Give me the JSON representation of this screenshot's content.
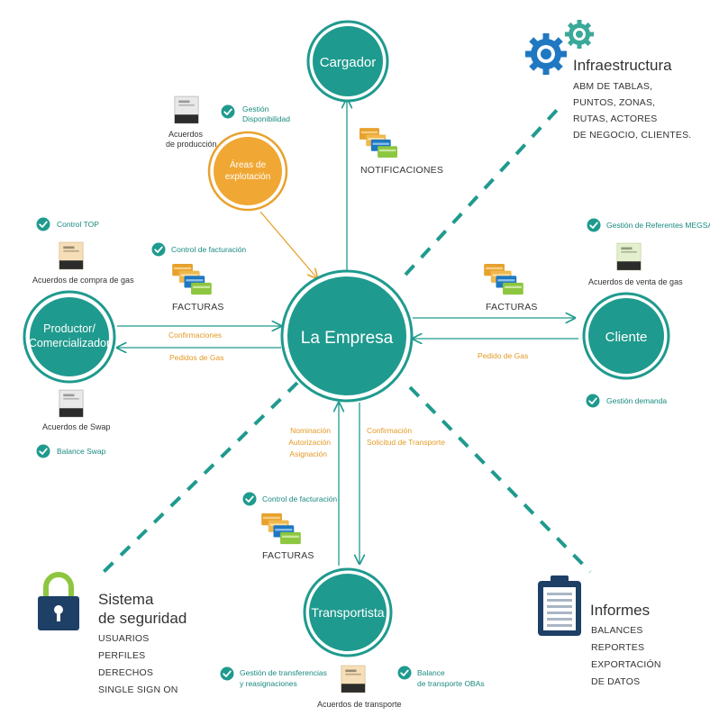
{
  "colors": {
    "teal": "#1f9a8e",
    "teal_dark": "#17837a",
    "orange": "#e8a12d",
    "navy": "#1e3f66",
    "blue": "#1f78c1",
    "green": "#8dc63f",
    "text": "#333333"
  },
  "nodes": {
    "center": "La Empresa",
    "cargador": "Cargador",
    "productor_line1": "Productor/",
    "productor_line2": "Comercializador",
    "cliente": "Cliente",
    "transportista": "Transportista",
    "areas_line1": "Áreas de",
    "areas_line2": "explotación"
  },
  "cargador": {
    "notificaciones": "NOTIFICACIONES"
  },
  "areas": {
    "gestion_line1": "Gestión",
    "gestion_line2": "Disponibilidad",
    "doc_line1": "Acuerdos",
    "doc_line2": "de producción"
  },
  "productor": {
    "control_top": "Control TOP",
    "acuerdos_compra": "Acuerdos de compra de gas",
    "control_facturacion": "Control de facturación",
    "facturas": "FACTURAS",
    "confirmaciones": "Confirmaciones",
    "pedidos": "Pedidos de Gas",
    "acuerdos_swap": "Acuerdos de Swap",
    "balance_swap": "Balance Swap"
  },
  "cliente": {
    "gestion_referentes": "Gestión de Referentes MEGSA",
    "acuerdos_venta": "Acuerdos de venta de gas",
    "facturas": "FACTURAS",
    "pedido": "Pedido de Gas",
    "gestion_demanda": "Gestión demanda"
  },
  "transportista": {
    "nominacion": "Nominación",
    "autorizacion": "Autorización",
    "asignacion": "Asignación",
    "confirmacion": "Confirmación",
    "solicitud": "Solicitud de Transporte",
    "control_facturacion": "Control de facturación",
    "facturas": "FACTURAS",
    "transferencias_line1": "Gestión de transferencias",
    "transferencias_line2": "y reasignaciones",
    "acuerdos_transporte": "Acuerdos de transporte",
    "balance_line1": "Balance",
    "balance_line2": "de transporte OBAs"
  },
  "infraestructura": {
    "title": "Infraestructura",
    "lines": [
      "ABM DE TABLAS,",
      "PUNTOS, ZONAS,",
      "RUTAS, ACTORES",
      "DE NEGOCIO, CLIENTES."
    ]
  },
  "seguridad": {
    "title_line1": "Sistema",
    "title_line2": "de seguridad",
    "lines": [
      "USUARIOS",
      "PERFILES",
      "DERECHOS",
      "SINGLE SIGN ON"
    ]
  },
  "informes": {
    "title": "Informes",
    "lines": [
      "BALANCES",
      "REPORTES",
      "EXPORTACIÓN",
      "DE DATOS"
    ]
  },
  "icons": {
    "check": "check-circle-icon",
    "document": "document-icon",
    "cards": "invoice-cards-icon",
    "gears": "gears-icon",
    "lock": "lock-icon",
    "clipboard": "clipboard-icon"
  }
}
